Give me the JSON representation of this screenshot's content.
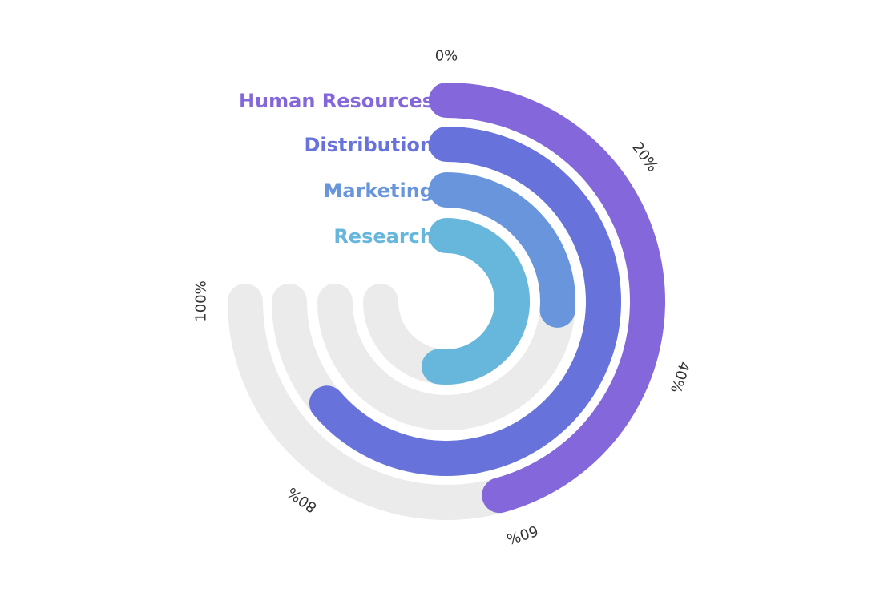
{
  "chart_data": {
    "type": "radialBar",
    "categories": [
      "Human Resources",
      "Distribution",
      "Marketing",
      "Research"
    ],
    "values": [
      61,
      85,
      35,
      69
    ],
    "colors": [
      "#8367db",
      "#6772db",
      "#6895db",
      "#67b6db"
    ],
    "track_color": "#ebebeb",
    "axis": {
      "min": 0,
      "max": 100,
      "span_degrees": 270,
      "ticks": [
        "0%",
        "20%",
        "40%",
        "60%",
        "80%",
        "100%"
      ]
    },
    "title": "",
    "legend": "none"
  }
}
